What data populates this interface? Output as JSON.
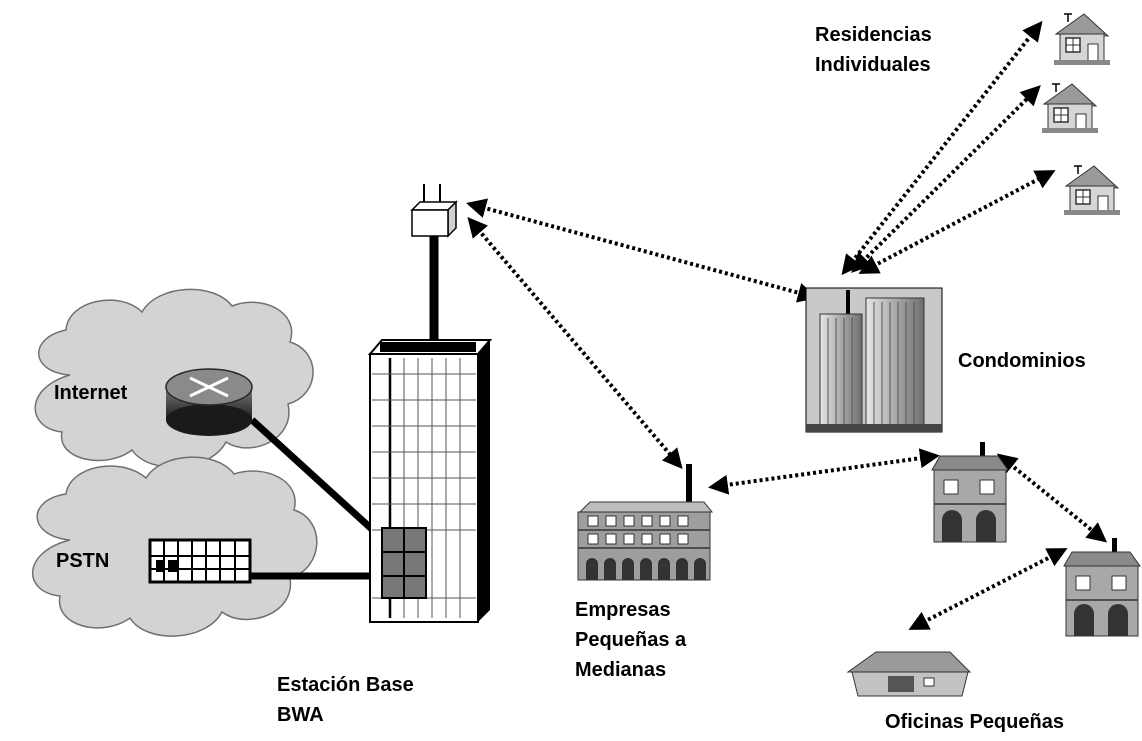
{
  "labels": {
    "internet": "Internet",
    "pstn": "PSTN",
    "base_station": "Estación Base\nBWA",
    "small_business": "Empresas\nPequeñas a\nMedianas",
    "residences": "Residencias\nIndividuales",
    "condos": "Condominios",
    "small_offices": "Oficinas Pequeñas"
  },
  "icons": {
    "internet_node": "router-icon",
    "pstn_node": "telephone-switch-icon",
    "antenna": "antenna-icon",
    "base_station": "server-rack-icon",
    "houses": "house-icon",
    "condos": "office-tower-icon",
    "business": "factory-building-icon",
    "offices": "townhouse-icon",
    "small_office": "small-office-icon"
  }
}
